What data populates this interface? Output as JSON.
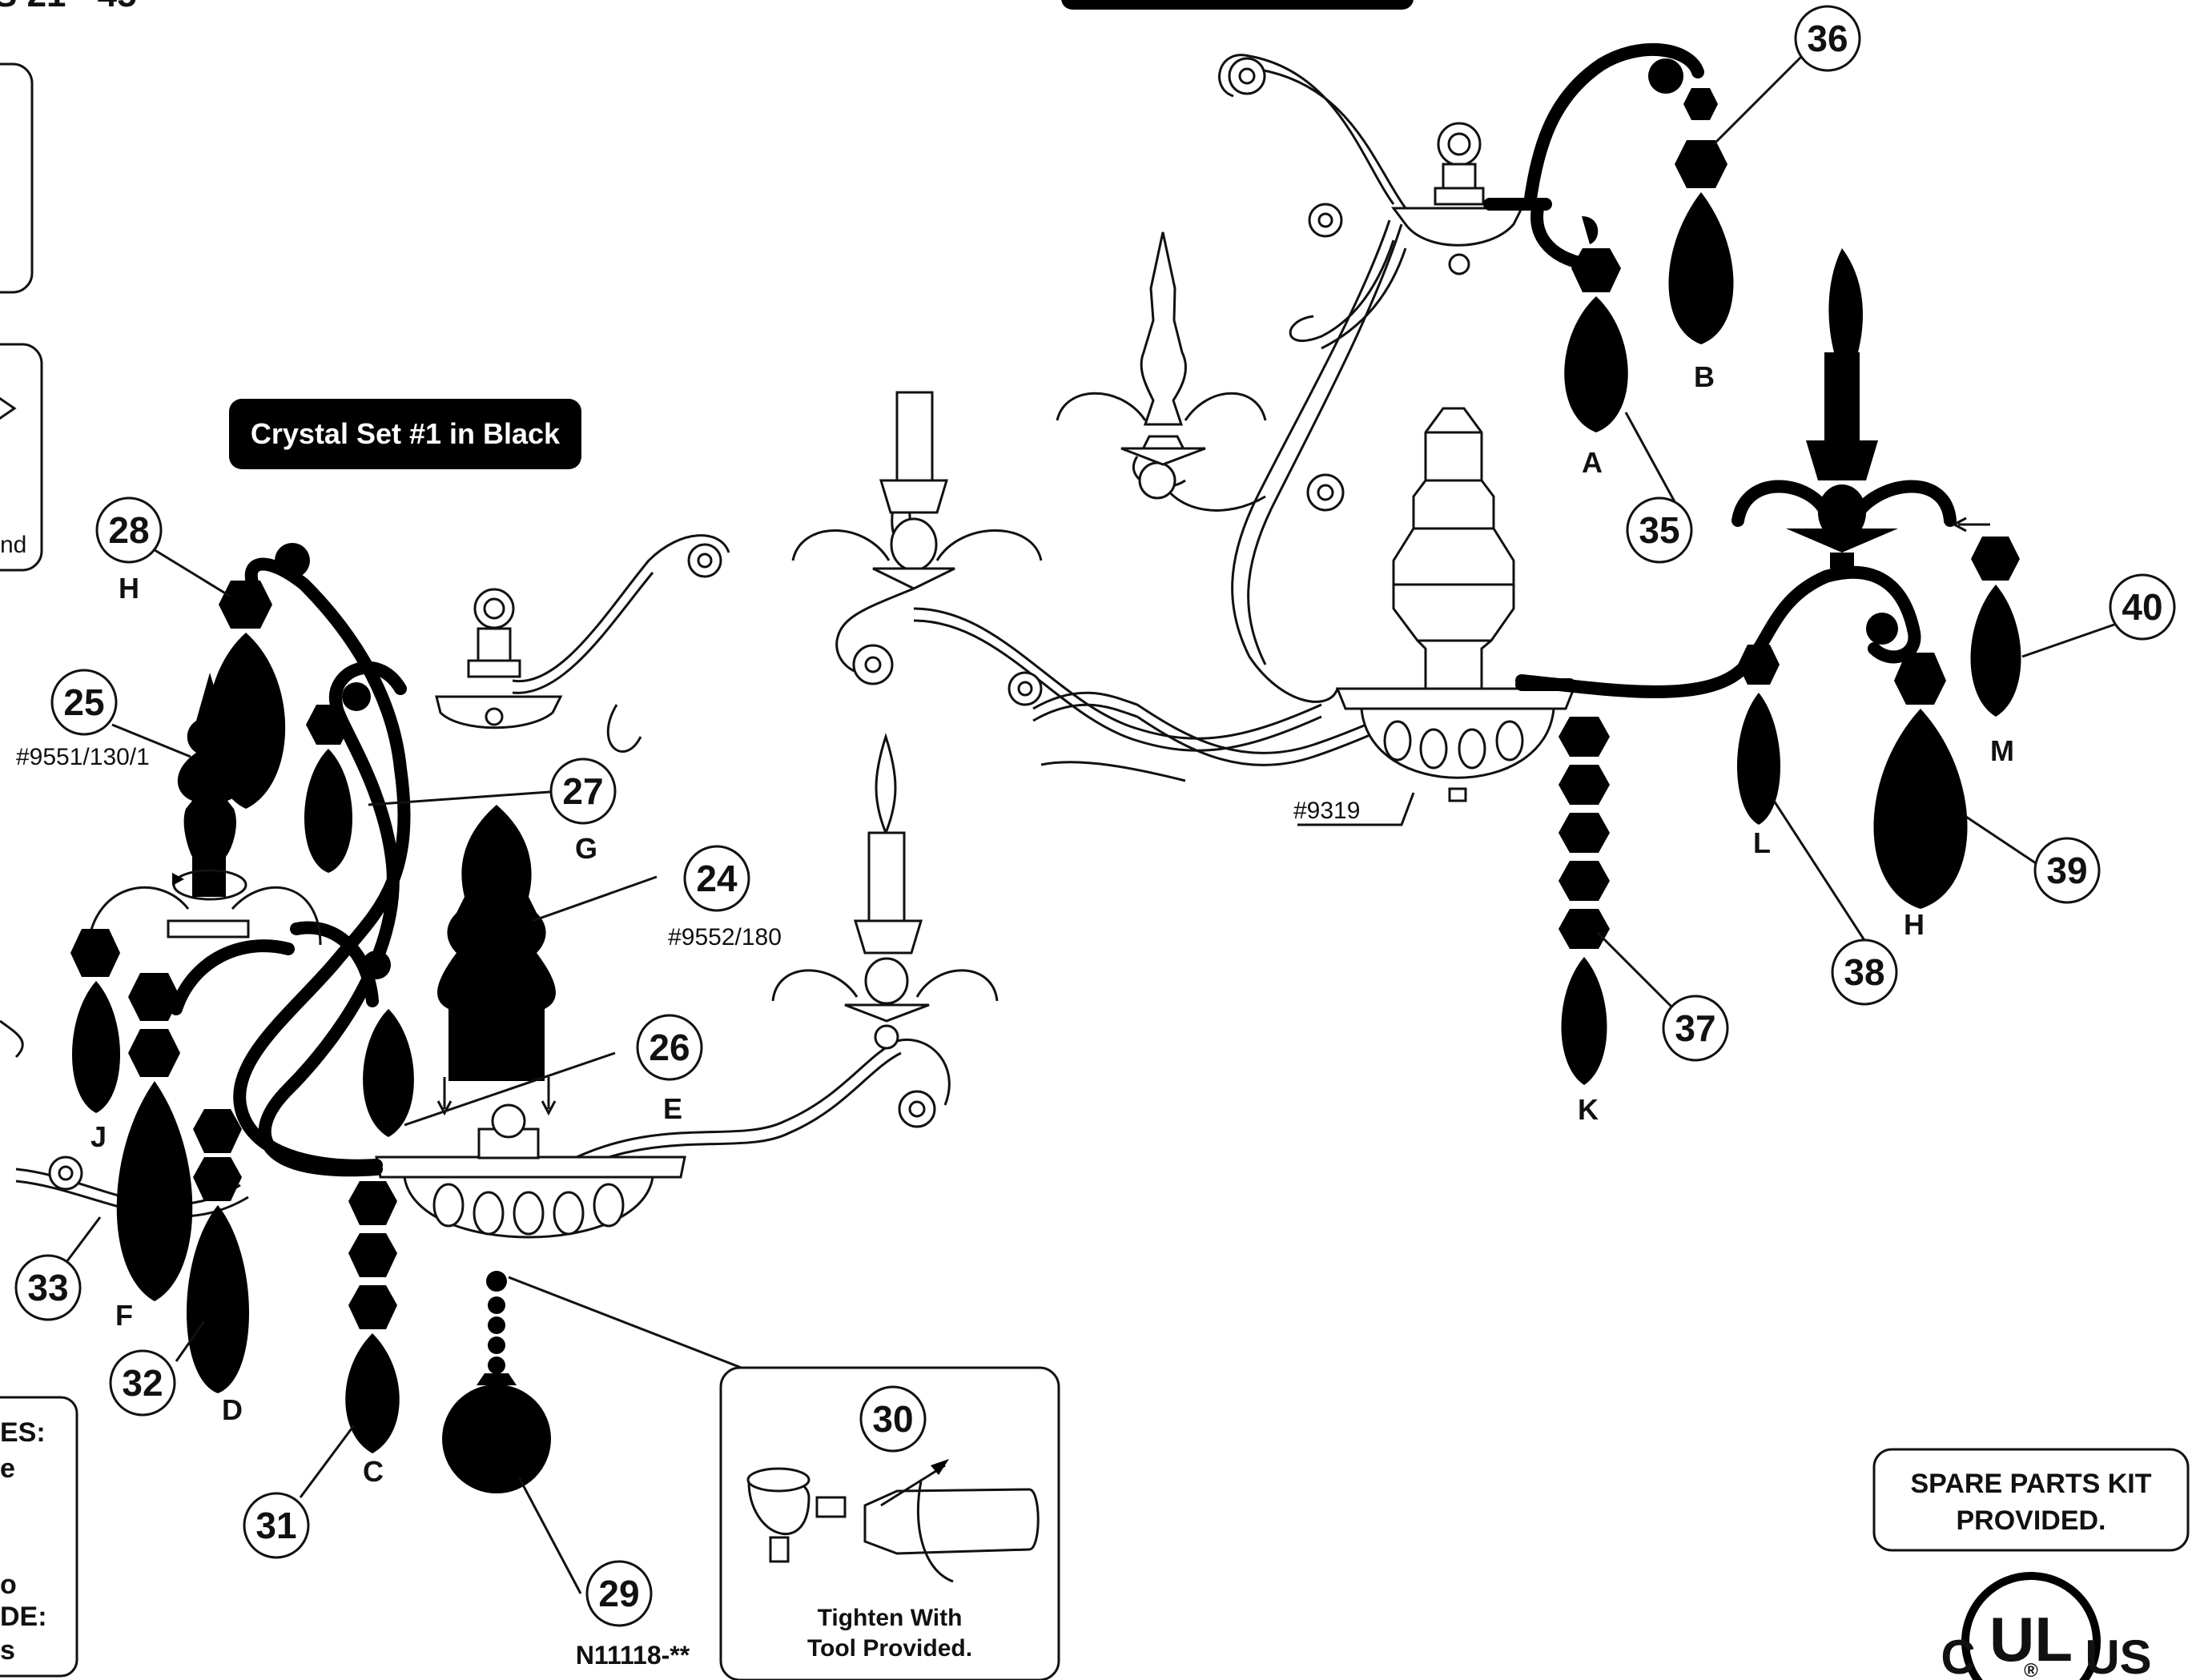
{
  "header": {
    "fragment_text": "S 21 - 45",
    "crystal_set_badge": "Crystal Set #1 in Black"
  },
  "left_panel_fragments": {
    "text1": "nd",
    "notes": [
      "ES:",
      "e",
      "o",
      "DE:",
      "s"
    ]
  },
  "callouts": [
    {
      "num": "24",
      "letter": "",
      "ref": "#9552/180"
    },
    {
      "num": "25",
      "letter": "",
      "ref": "#9551/130/1"
    },
    {
      "num": "26",
      "letter": "E",
      "ref": ""
    },
    {
      "num": "27",
      "letter": "G",
      "ref": ""
    },
    {
      "num": "28",
      "letter": "H",
      "ref": ""
    },
    {
      "num": "29",
      "letter": "",
      "ref": "N11118-**"
    },
    {
      "num": "30",
      "letter": "",
      "ref": ""
    },
    {
      "num": "31",
      "letter": "C",
      "ref": ""
    },
    {
      "num": "32",
      "letter": "D",
      "ref": ""
    },
    {
      "num": "33",
      "letter": "F",
      "ref": ""
    },
    {
      "num": "35",
      "letter": "A",
      "ref": ""
    },
    {
      "num": "36",
      "letter": "B",
      "ref": ""
    },
    {
      "num": "37",
      "letter": "K",
      "ref": ""
    },
    {
      "num": "38",
      "letter": "L",
      "ref": ""
    },
    {
      "num": "39",
      "letter": "H",
      "ref": ""
    },
    {
      "num": "40",
      "letter": "M",
      "ref": ""
    }
  ],
  "extra_letters": {
    "J": "J"
  },
  "bowl_ref": "#9319",
  "tool_box": {
    "line1": "Tighten With",
    "line2": "Tool Provided."
  },
  "spare_kit": {
    "line1": "SPARE PARTS KIT",
    "line2": "PROVIDED."
  },
  "ul_mark": {
    "left": "C",
    "center": "UL",
    "right": "US",
    "reg": "®"
  }
}
